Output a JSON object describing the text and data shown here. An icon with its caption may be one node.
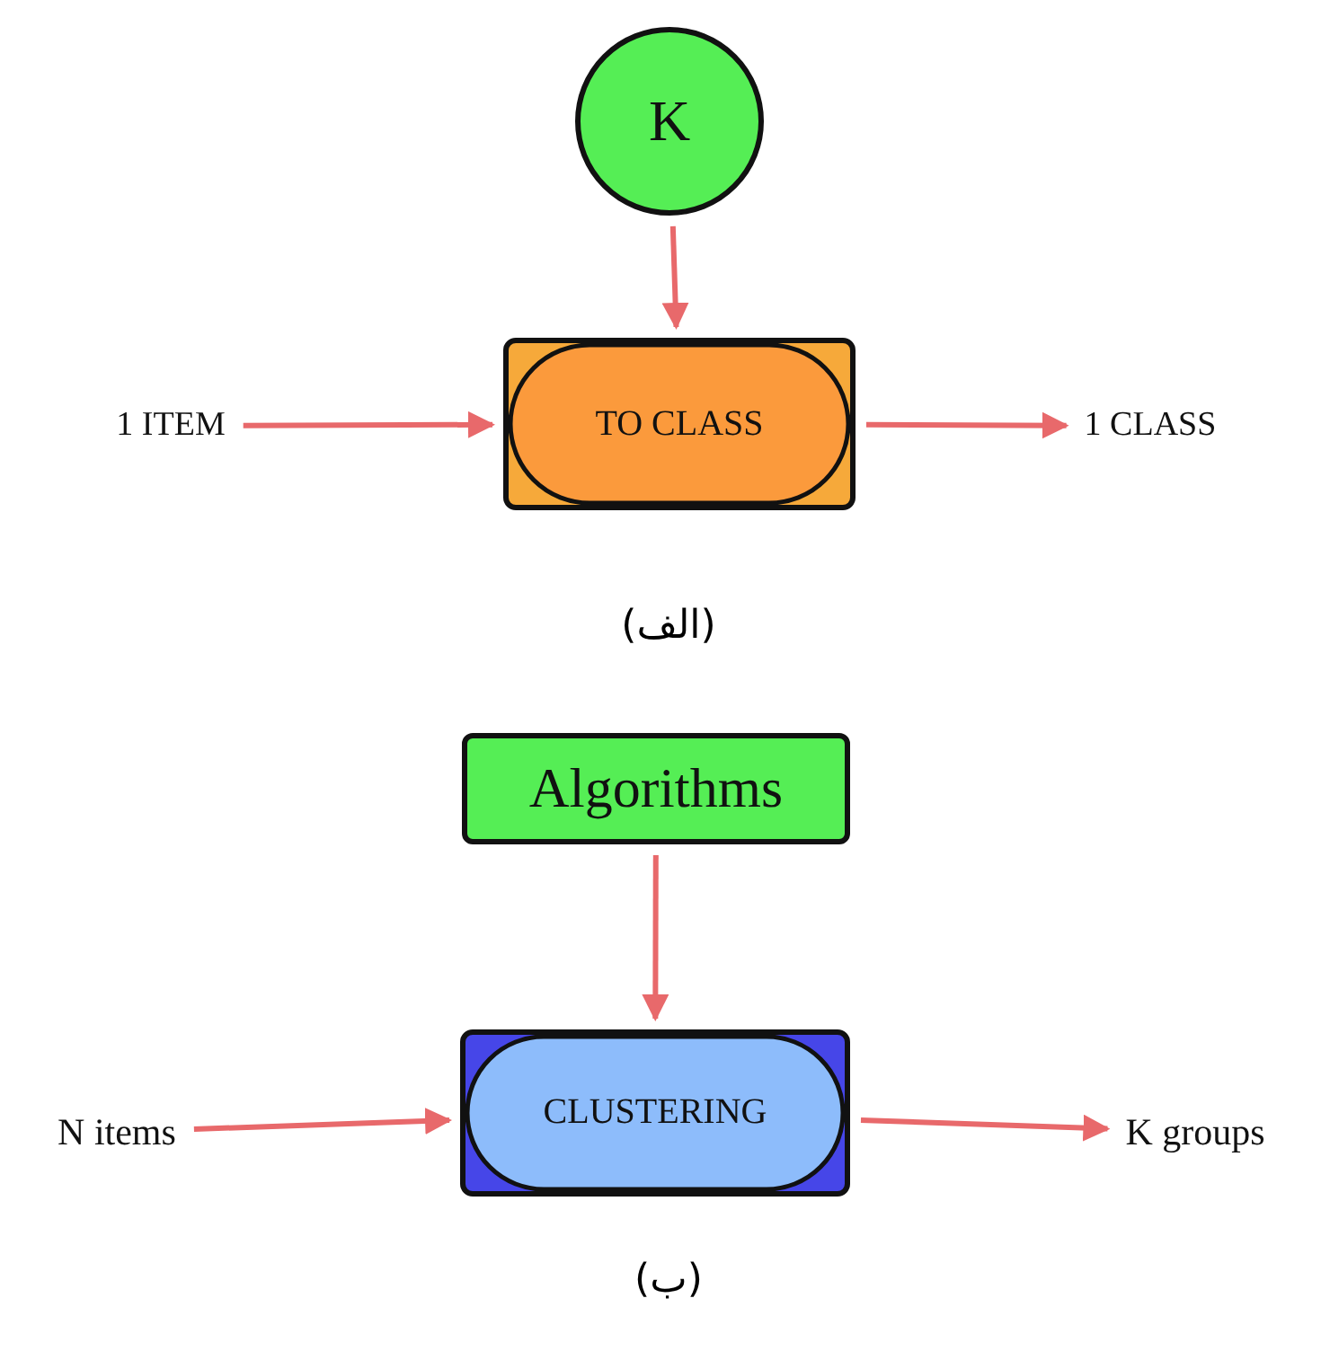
{
  "diagram": {
    "nodes": [
      {
        "text": [
          "K"
        ]
      },
      {
        "text": [
          "1 ITEM"
        ]
      },
      {
        "text": [
          "TO CLASS"
        ]
      },
      {
        "text": [
          "1 CLASS"
        ]
      },
      {
        "text": [
          "Algorithms"
        ]
      },
      {
        "text": [
          "N items"
        ]
      },
      {
        "text": [
          "CLUSTERING"
        ]
      },
      {
        "text": [
          "K groups"
        ]
      }
    ],
    "edges": [
      {
        "from": 0,
        "to": 2,
        "arrow": "to"
      },
      {
        "from": 1,
        "to": 2,
        "arrow": "to"
      },
      {
        "from": 2,
        "to": 3,
        "arrow": "to"
      },
      {
        "from": 4,
        "to": 6,
        "arrow": "to"
      },
      {
        "from": 5,
        "to": 6,
        "arrow": "to"
      },
      {
        "from": 6,
        "to": 7,
        "arrow": "to"
      }
    ],
    "labels": [
      "(الف)",
      "(ب)"
    ]
  }
}
